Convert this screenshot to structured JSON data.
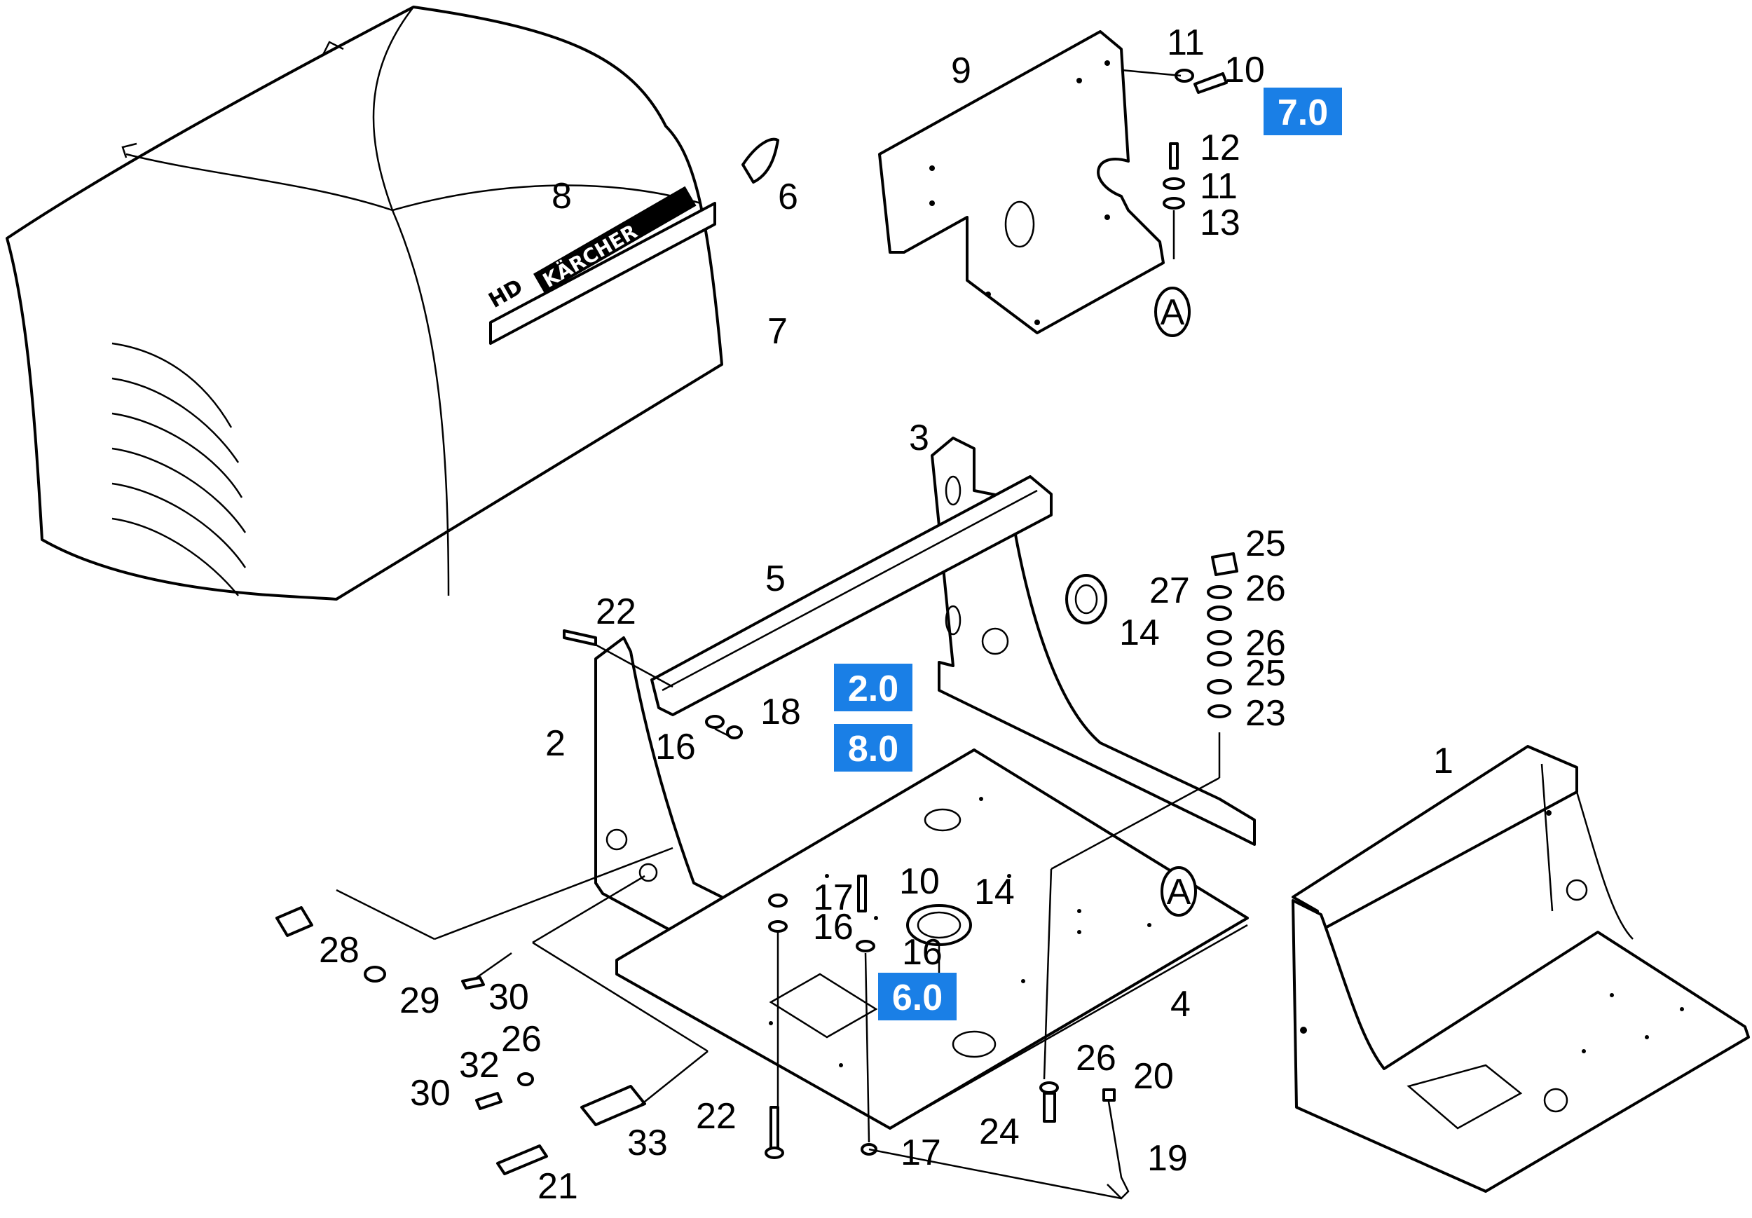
{
  "diagram": {
    "brand_logo": "KÄRCHER",
    "model_logo": "HD",
    "callouts": [
      {
        "id": "c1",
        "text": "1"
      },
      {
        "id": "c2",
        "text": "2"
      },
      {
        "id": "c3",
        "text": "3"
      },
      {
        "id": "c4",
        "text": "4"
      },
      {
        "id": "c5",
        "text": "5"
      },
      {
        "id": "c6",
        "text": "6"
      },
      {
        "id": "c7",
        "text": "7"
      },
      {
        "id": "c8",
        "text": "8"
      },
      {
        "id": "c9",
        "text": "9"
      },
      {
        "id": "c10a",
        "text": "10"
      },
      {
        "id": "c10b",
        "text": "10"
      },
      {
        "id": "c11a",
        "text": "11"
      },
      {
        "id": "c11b",
        "text": "11"
      },
      {
        "id": "c12",
        "text": "12"
      },
      {
        "id": "c13",
        "text": "13"
      },
      {
        "id": "c14a",
        "text": "14"
      },
      {
        "id": "c14b",
        "text": "14"
      },
      {
        "id": "c16a",
        "text": "16"
      },
      {
        "id": "c16b",
        "text": "16"
      },
      {
        "id": "c16c",
        "text": "16"
      },
      {
        "id": "c17a",
        "text": "17"
      },
      {
        "id": "c17b",
        "text": "17"
      },
      {
        "id": "c18",
        "text": "18"
      },
      {
        "id": "c19",
        "text": "19"
      },
      {
        "id": "c20",
        "text": "20"
      },
      {
        "id": "c21",
        "text": "21"
      },
      {
        "id": "c22a",
        "text": "22"
      },
      {
        "id": "c22b",
        "text": "22"
      },
      {
        "id": "c23",
        "text": "23"
      },
      {
        "id": "c24",
        "text": "24"
      },
      {
        "id": "c25a",
        "text": "25"
      },
      {
        "id": "c25b",
        "text": "25"
      },
      {
        "id": "c26a",
        "text": "26"
      },
      {
        "id": "c26b",
        "text": "26"
      },
      {
        "id": "c26c",
        "text": "26"
      },
      {
        "id": "c26d",
        "text": "26"
      },
      {
        "id": "c27",
        "text": "27"
      },
      {
        "id": "c28",
        "text": "28"
      },
      {
        "id": "c29",
        "text": "29"
      },
      {
        "id": "c30a",
        "text": "30"
      },
      {
        "id": "c30b",
        "text": "30"
      },
      {
        "id": "c32",
        "text": "32"
      },
      {
        "id": "c33",
        "text": "33"
      },
      {
        "id": "markA1",
        "text": "A"
      },
      {
        "id": "markA2",
        "text": "A"
      }
    ],
    "references": [
      {
        "id": "r7",
        "text": "7.0"
      },
      {
        "id": "r2",
        "text": "2.0"
      },
      {
        "id": "r8",
        "text": "8.0"
      },
      {
        "id": "r6",
        "text": "6.0"
      }
    ],
    "colors": {
      "reference_box": "#1a7fe6",
      "line": "#000000",
      "background": "#ffffff"
    }
  }
}
